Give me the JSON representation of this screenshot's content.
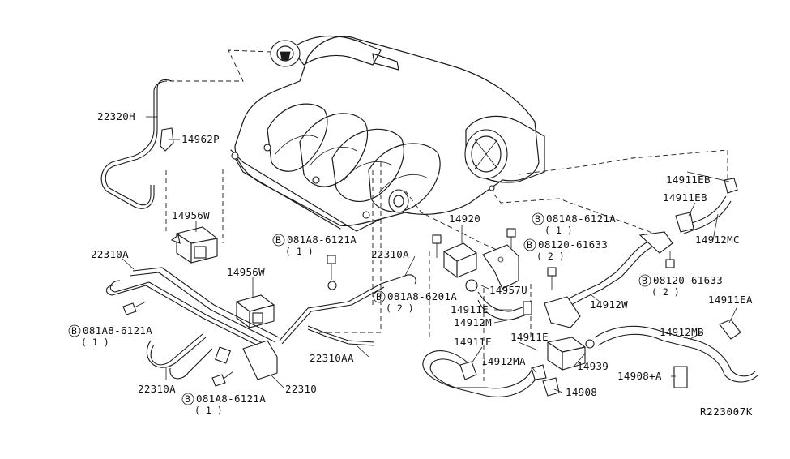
{
  "diagram": {
    "reference_code": "R223007K",
    "bolt_symbol": "B",
    "callouts": {
      "p22320H": "22320H",
      "p14962P": "14962P",
      "p14956W_a": "14956W",
      "p14956W_b": "14956W",
      "p22310A_a": "22310A",
      "p22310A_b": "22310A",
      "p22310A_c": "22310A",
      "p22310AA": "22310AA",
      "p22310": "22310",
      "p14920": "14920",
      "p14957U": "14957U",
      "p14911E_a": "14911E",
      "p14911E_b": "14911E",
      "p14911E_c": "14911E",
      "p14912M": "14912M",
      "p14912MA": "14912MA",
      "p14912W": "14912W",
      "p14912MB": "14912MB",
      "p14912MC": "14912MC",
      "p14911EB_a": "14911EB",
      "p14911EB_b": "14911EB",
      "p14911EA": "14911EA",
      "p14939": "14939",
      "p14908": "14908",
      "p14908A": "14908+A"
    },
    "bolts": {
      "b1": {
        "part": "081A8-6121A",
        "qty": "( 1 )"
      },
      "b2": {
        "part": "081A8-6121A",
        "qty": "( 1 )"
      },
      "b3": {
        "part": "081A8-6121A",
        "qty": "( 1 )"
      },
      "b4": {
        "part": "081A8-6121A",
        "qty": "( 1 )"
      },
      "b5": {
        "part": "081A8-6201A",
        "qty": "( 2 )"
      },
      "b6": {
        "part": "08120-61633",
        "qty": "( 2 )"
      },
      "b7": {
        "part": "08120-61633",
        "qty": "( 2 )"
      }
    }
  }
}
